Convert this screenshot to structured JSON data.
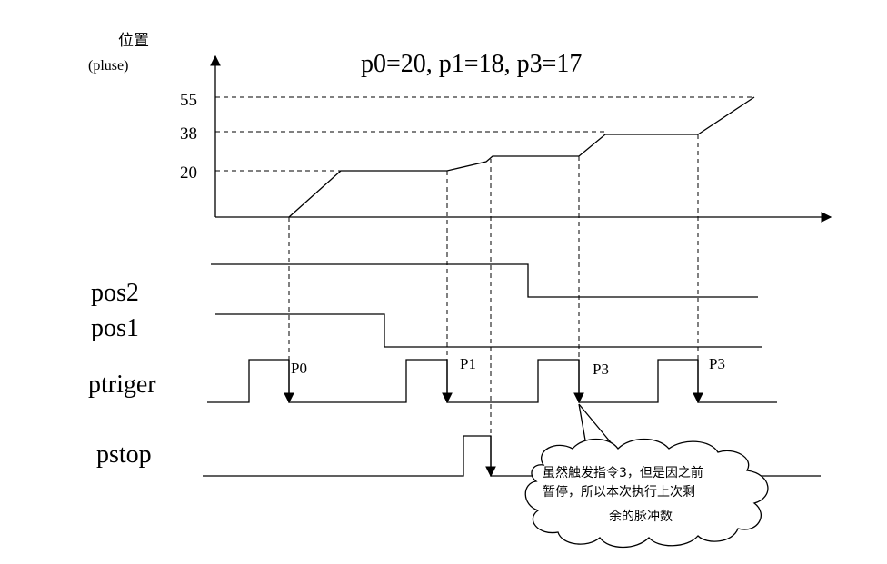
{
  "title": "p0=20, p1=18, p3=17",
  "y_axis": {
    "label_cn": "位置",
    "label_unit": "(pluse)",
    "ticks": [
      "55",
      "38",
      "20"
    ]
  },
  "signals": {
    "pos2": "pos2",
    "pos1": "pos1",
    "ptriger": "ptriger",
    "pstop": "pstop"
  },
  "trigger_labels": [
    "P0",
    "P1",
    "P3",
    "P3"
  ],
  "note": {
    "line1": "虽然触发指令3，但是因之前",
    "line2": "暂停，所以本次执行上次剩",
    "line3": "余的脉冲数"
  }
}
